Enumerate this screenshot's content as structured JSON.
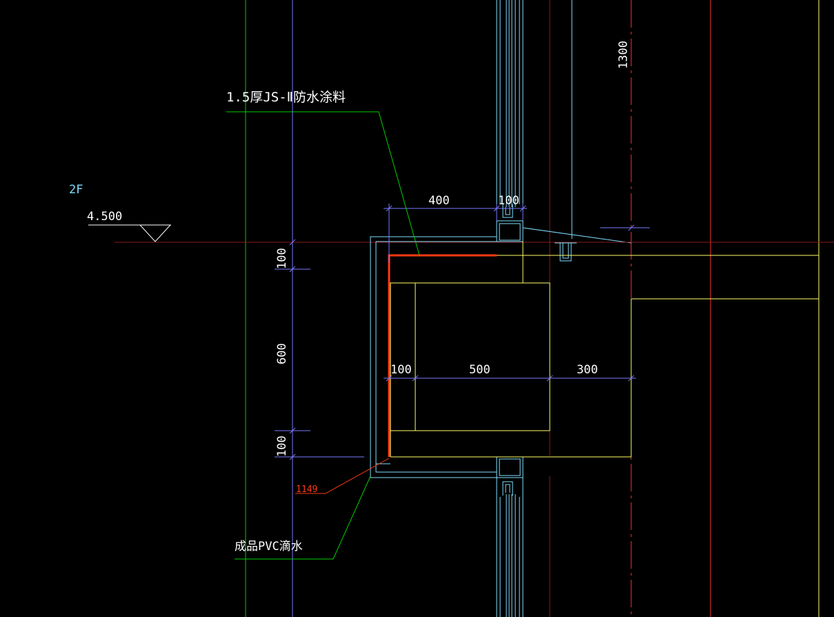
{
  "drawing": {
    "annotations": {
      "coating_note": "1.5厚JS-Ⅱ防水涂料",
      "drip_note": "成品PVC滴水",
      "floor_label": "2F",
      "elevation": "4.500",
      "tag_number": "1149"
    },
    "dimensions": {
      "dim_1300": "1300",
      "dim_400": "400",
      "dim_100_top": "100",
      "dim_100_left_top": "100",
      "dim_600": "600",
      "dim_100_left_bottom": "100",
      "dim_100_mid": "100",
      "dim_500": "500",
      "dim_300": "300"
    },
    "colors": {
      "background": "#000000",
      "green": "#00d000",
      "blue": "#7a7aff",
      "cyan": "#7fdfff",
      "yellow": "#ffff66",
      "red_dashed": "#ff3030",
      "red_thick": "#ff3a10",
      "white": "#ffffff",
      "dark_red": "#8a1a1a"
    }
  }
}
